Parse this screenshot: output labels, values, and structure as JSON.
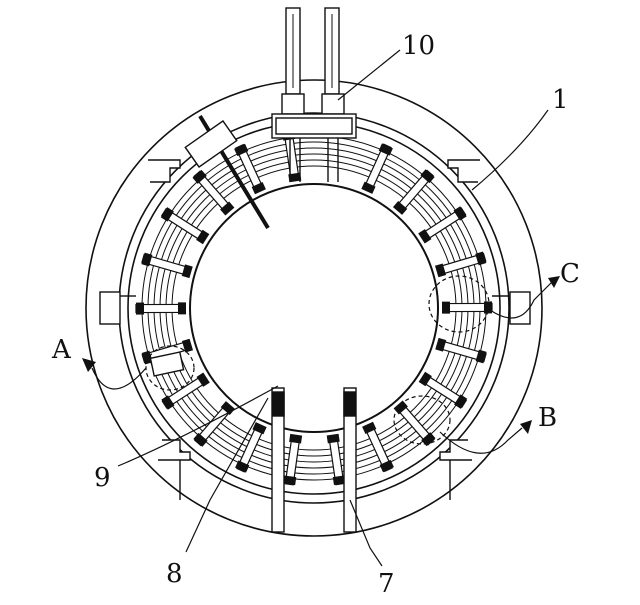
{
  "labels": {
    "l1": "1",
    "l7": "7",
    "l8": "8",
    "l9": "9",
    "l10": "10",
    "lA": "A",
    "lB": "B",
    "lC": "C"
  },
  "colors": {
    "line": "#111111",
    "background": "#ffffff"
  },
  "clamp_count": 22,
  "coil_turns": 6
}
